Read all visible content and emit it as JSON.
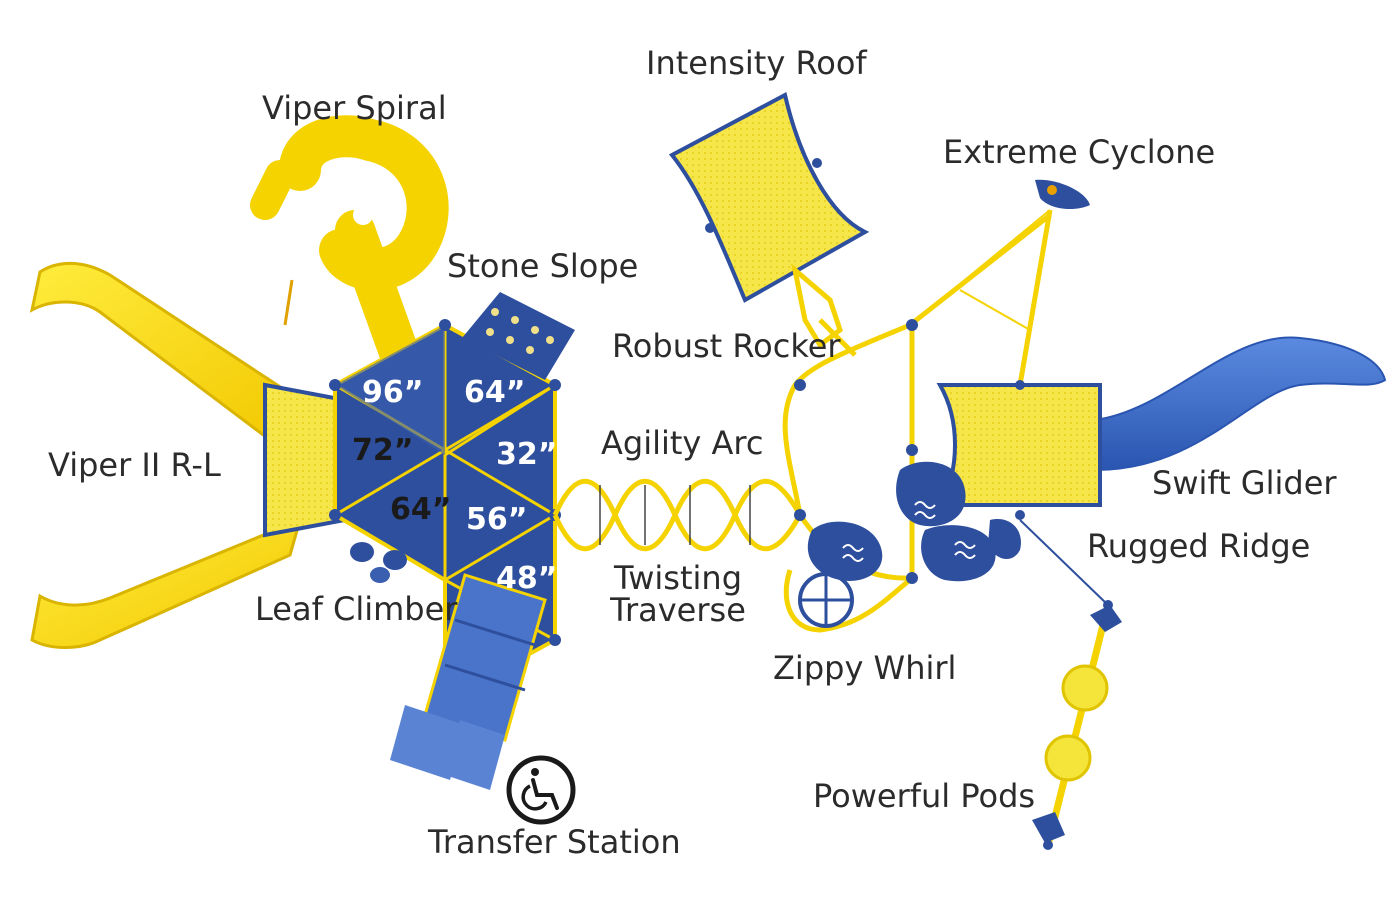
{
  "labels": {
    "viper_spiral": "Viper Spiral",
    "intensity_roof": "Intensity Roof",
    "extreme_cyclone": "Extreme Cyclone",
    "stone_slope": "Stone Slope",
    "robust_rocker": "Robust Rocker",
    "agility_arc": "Agility Arc",
    "viper_ii_rl": "Viper II R-L",
    "swift_glider": "Swift Glider",
    "rugged_ridge": "Rugged Ridge",
    "twisting_traverse_line1": "Twisting",
    "twisting_traverse_line2": "Traverse",
    "leaf_climber": "Leaf Climber",
    "zippy_whirl": "Zippy Whirl",
    "powerful_pods": "Powerful Pods",
    "transfer_station": "Transfer Station"
  },
  "deck_heights": {
    "h96": "96”",
    "h64_top": "64”",
    "h72": "72”",
    "h32": "32”",
    "h64_bottom": "64”",
    "h56": "56”",
    "h48": "48”"
  },
  "icons": {
    "accessibility": "wheelchair-icon"
  },
  "colors": {
    "yellow": "#f7dc1a",
    "yellow_dark": "#e0b800",
    "blue_deck": "#2e4f9e",
    "blue_light": "#4a74c9",
    "blue_slide": "#2f60c4",
    "label_text": "#2b2b2b"
  }
}
